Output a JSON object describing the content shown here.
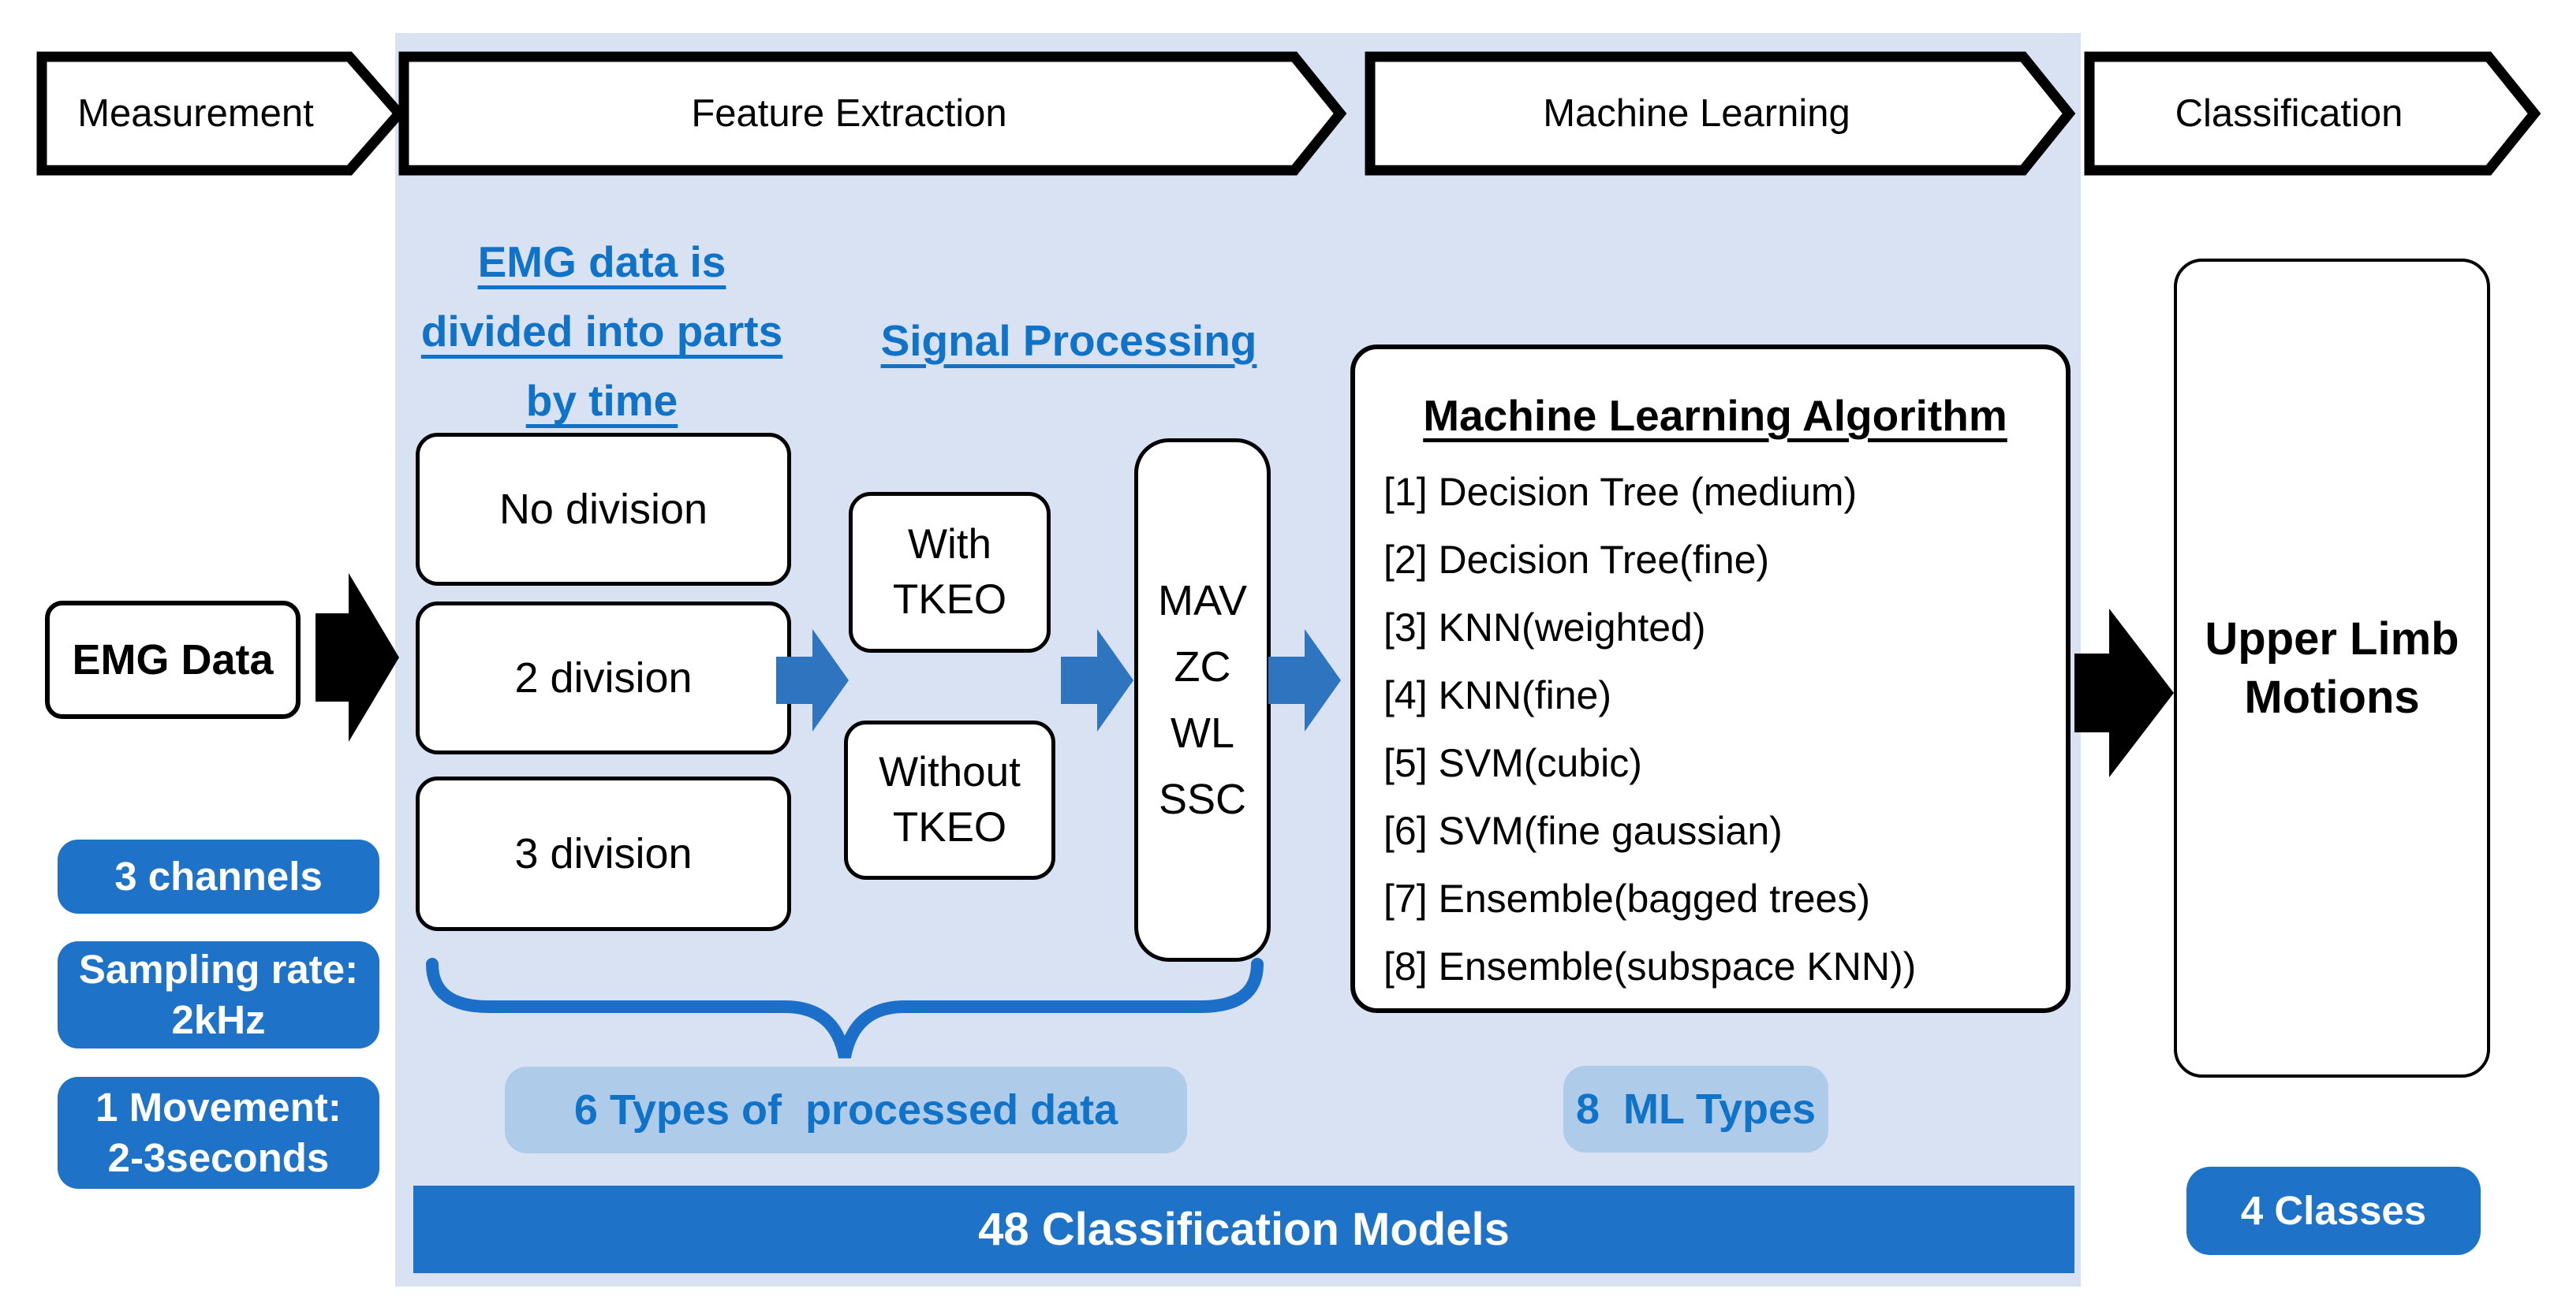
{
  "colors": {
    "panel_background": "#D9E2F3",
    "accent_blue": "#1E73C8",
    "arrow_blue": "#2E74BE",
    "light_badge_background": "#AECBEA",
    "heading_blue": "#1173C8",
    "box_border": "#000000",
    "box_background": "#FFFFFF"
  },
  "pipeline": {
    "measurement": "Measurement",
    "feature_extraction": "Feature Extraction",
    "machine_learning": "Machine Learning",
    "classification": "Classification"
  },
  "measurement_stage": {
    "emg_box": "EMG Data",
    "channels_badge": "3 channels",
    "sampling_badge": "Sampling rate:\n2kHz",
    "movement_badge": "1 Movement:\n2-3seconds"
  },
  "feature_extraction_stage": {
    "division_heading": "EMG data is\ndivided into parts\nby time",
    "signal_processing_heading": "Signal Processing",
    "division_options": [
      "No division",
      "2 division",
      "3 division"
    ],
    "tkeo_options": [
      "With\nTKEO",
      "Without\nTKEO"
    ],
    "features": [
      "MAV",
      "ZC",
      "WL",
      "SSC"
    ],
    "processed_data_badge": "6 Types of  processed data"
  },
  "machine_learning_stage": {
    "algorithm_box_title": "Machine Learning Algorithm",
    "algorithms": [
      "[1] Decision Tree (medium)",
      "[2] Decision Tree(fine)",
      "[3] KNN(weighted)",
      "[4] KNN(fine)",
      "[5] SVM(cubic)",
      "[6] SVM(fine gaussian)",
      "[7] Ensemble(bagged trees)",
      "[8] Ensemble(subspace KNN))"
    ],
    "ml_types_badge": "8  ML Types"
  },
  "classification_stage": {
    "output_box": "Upper Limb\nMotions",
    "classes_badge": "4 Classes"
  },
  "summary": {
    "models_bar": "48 Classification Models"
  }
}
